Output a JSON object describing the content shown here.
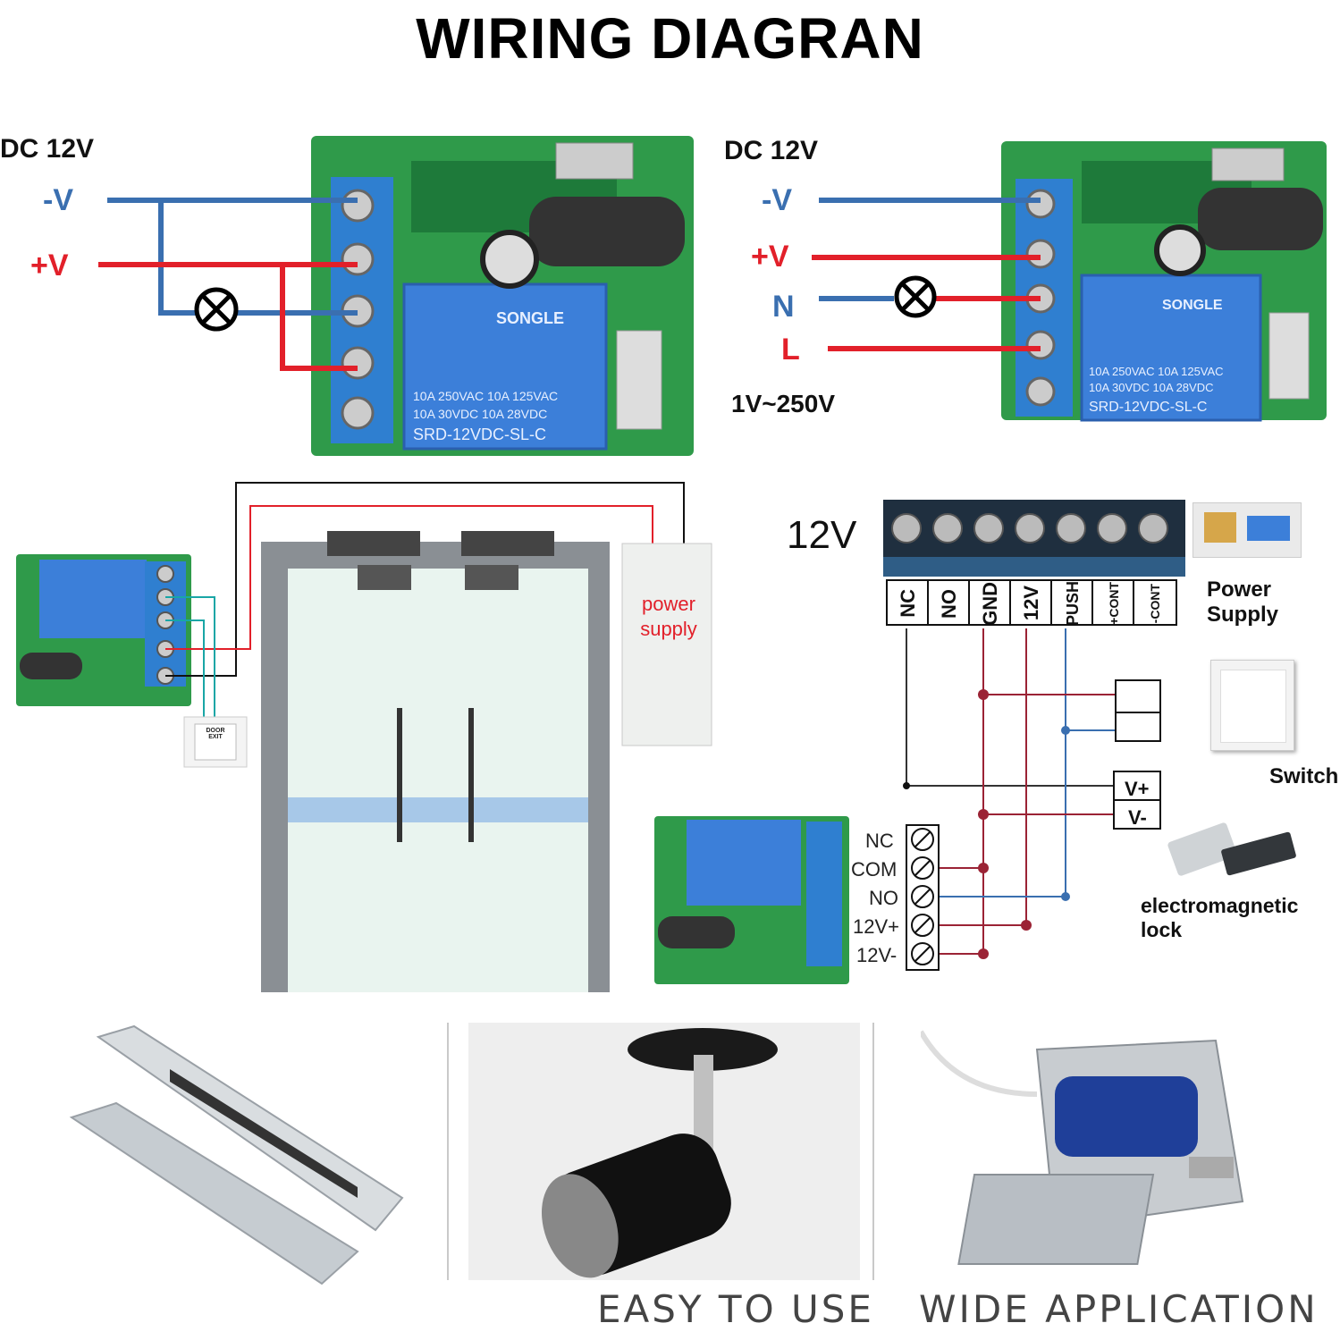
{
  "title": "WIRING DIAGRAN",
  "panel_left": {
    "supply": "DC 12V",
    "minus": "-V",
    "plus": "+V"
  },
  "panel_right": {
    "supply": "DC 12V",
    "minus": "-V",
    "plus": "+V",
    "neutral": "N",
    "live": "L",
    "range": "1V~250V"
  },
  "relay_module": {
    "brand": "SONGLE",
    "rating_1": "10A 250VAC  10A 125VAC",
    "rating_2": "10A  30VDC  10A  28VDC",
    "model": "SRD-12VDC-SL-C"
  },
  "door_panel": {
    "power_supply_label_1": "power",
    "power_supply_label_2": "supply",
    "exit_button_1": "DOOR",
    "exit_button_2": "EXIT"
  },
  "terminal_panel": {
    "voltage": "12V",
    "terminals": [
      "NC",
      "NO",
      "GND",
      "12V",
      "PUSH",
      "+CONT",
      "-CONT"
    ],
    "power_supply": "Power Supply",
    "switch": "Switch",
    "vplus": "V+",
    "vminus": "V-",
    "relay_terminals": [
      "NC",
      "COM",
      "NO",
      "12V+",
      "12V-"
    ],
    "lock": "electromagnetic lock"
  },
  "captions": {
    "left": "EASY TO USE",
    "right": "WIDE APPLICATION"
  },
  "colors": {
    "wire_blue": "#3a6fb0",
    "wire_red": "#e2202a",
    "wire_maroon": "#9b2335",
    "terminal_blue": "#2f7fd0",
    "pcb_green": "#2f9a4a",
    "relay_blue": "#3c7fd9"
  },
  "icons": [
    "lamp-icon",
    "relay-module",
    "magnetic-lock",
    "spotlight",
    "solenoid-lock"
  ]
}
